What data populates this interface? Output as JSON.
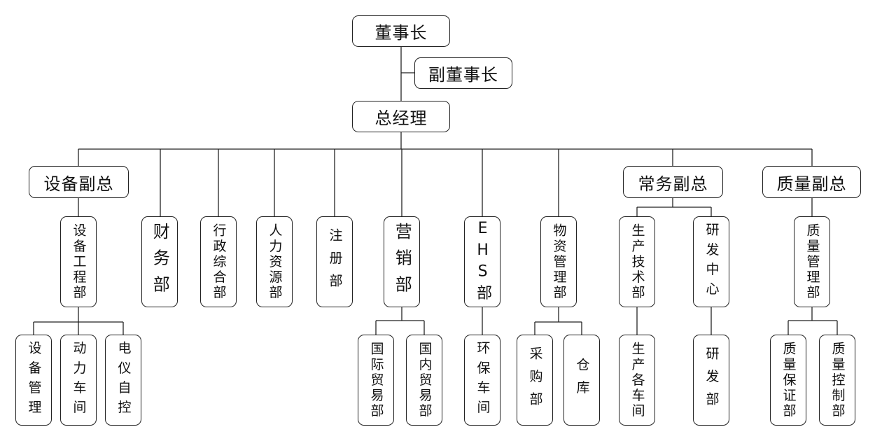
{
  "chairman": "董事长",
  "vice_chairman": "副董事长",
  "general_manager": "总经理",
  "vp_equipment": "设备副总",
  "vp_operations": "常务副总",
  "vp_quality": "质量副总",
  "departments": {
    "equipment_engineering": "设备工程部",
    "finance": "财务部",
    "admin_general": "行政综合部",
    "human_resources": "人力资源部",
    "registration": "注册部",
    "marketing": "营销部",
    "ehs": "EHS部",
    "materials_management": "物资管理部",
    "production_technology": "生产技术部",
    "rd_center": "研发中心",
    "quality_management": "质量管理部"
  },
  "units": {
    "equipment_management": "设备管理",
    "power_workshop": "动力车间",
    "electrical_instrument_control": "电仪自控",
    "international_trade": "国际贸易部",
    "domestic_trade": "国内贸易部",
    "environmental_workshop": "环保车间",
    "purchasing": "采购部",
    "warehouse": "仓库",
    "production_workshops": "生产各车间",
    "rd_department": "研发部",
    "quality_assurance": "质量保证部",
    "quality_control": "质量控制部"
  }
}
